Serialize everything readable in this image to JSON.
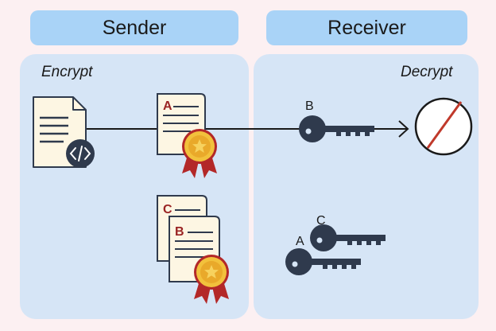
{
  "sender": {
    "title": "Sender",
    "step": "Encrypt"
  },
  "receiver": {
    "title": "Receiver",
    "step": "Decrypt"
  },
  "labels": {
    "signed_doc": "A",
    "pair_back_doc": "C",
    "pair_front_doc": "B",
    "key_single": "B",
    "key_upper": "C",
    "key_lower": "A"
  },
  "colors": {
    "header": "#a9d3f7",
    "panel": "#d6e5f6",
    "background": "#fcf0f2",
    "key": "#2f3a4d",
    "paper": "#fdf6e3",
    "seal_gold": "#f2c13c",
    "ribbon": "#b32828",
    "letter_red": "#9a2424",
    "prohibit_red": "#c0392b"
  },
  "icons": [
    "source-code-document-icon",
    "signed-document-icon",
    "key-icon",
    "prohibited-icon",
    "certificate-seal-icon"
  ]
}
